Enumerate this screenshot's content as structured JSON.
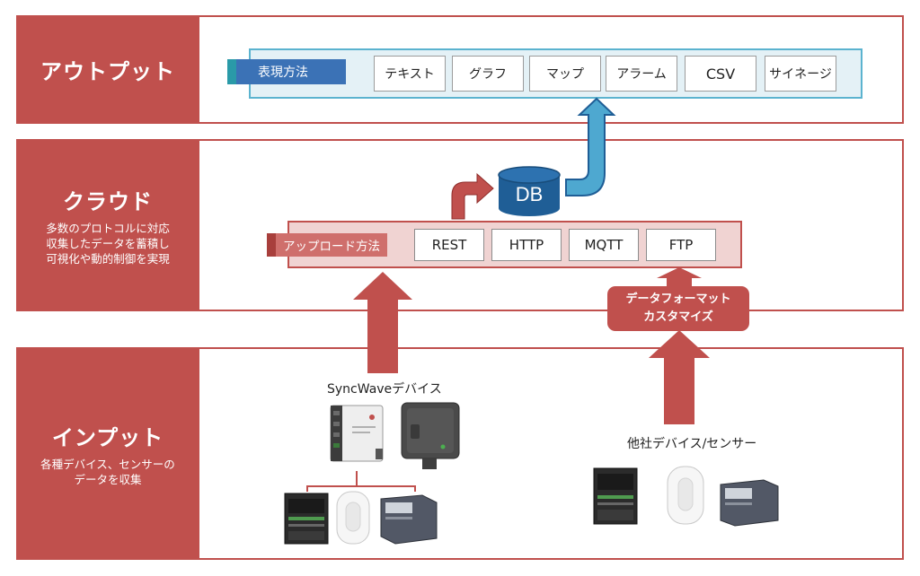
{
  "colors": {
    "accent_red": "#c0504d",
    "output_border": "#5bb3cf",
    "output_fill": "#e4f1f6",
    "output_tag": "#3b72b6",
    "upload_fill": "#f0d3d2",
    "db_fill": "#1f5e96"
  },
  "output": {
    "title": "アウトプット",
    "tag_label": "表現方法",
    "methods": [
      "テキスト",
      "グラフ",
      "マップ",
      "アラーム",
      "CSV",
      "サイネージ"
    ]
  },
  "cloud": {
    "title": "クラウド",
    "desc_lines": [
      "多数のプロトコルに対応",
      "収集したデータを蓄積し",
      "可視化や動的制御を実現"
    ],
    "db_label": "DB",
    "tag_label": "アップロード方法",
    "protocols": [
      "REST",
      "HTTP",
      "MQTT",
      "FTP"
    ]
  },
  "format_box": {
    "lines": [
      "データフォーマット",
      "カスタマイズ"
    ]
  },
  "input": {
    "title": "インプット",
    "desc_lines": [
      "各種デバイス、センサーの",
      "データを収集"
    ],
    "syncwave_label": "SyncWaveデバイス",
    "other_label": "他社デバイス/センサー"
  }
}
